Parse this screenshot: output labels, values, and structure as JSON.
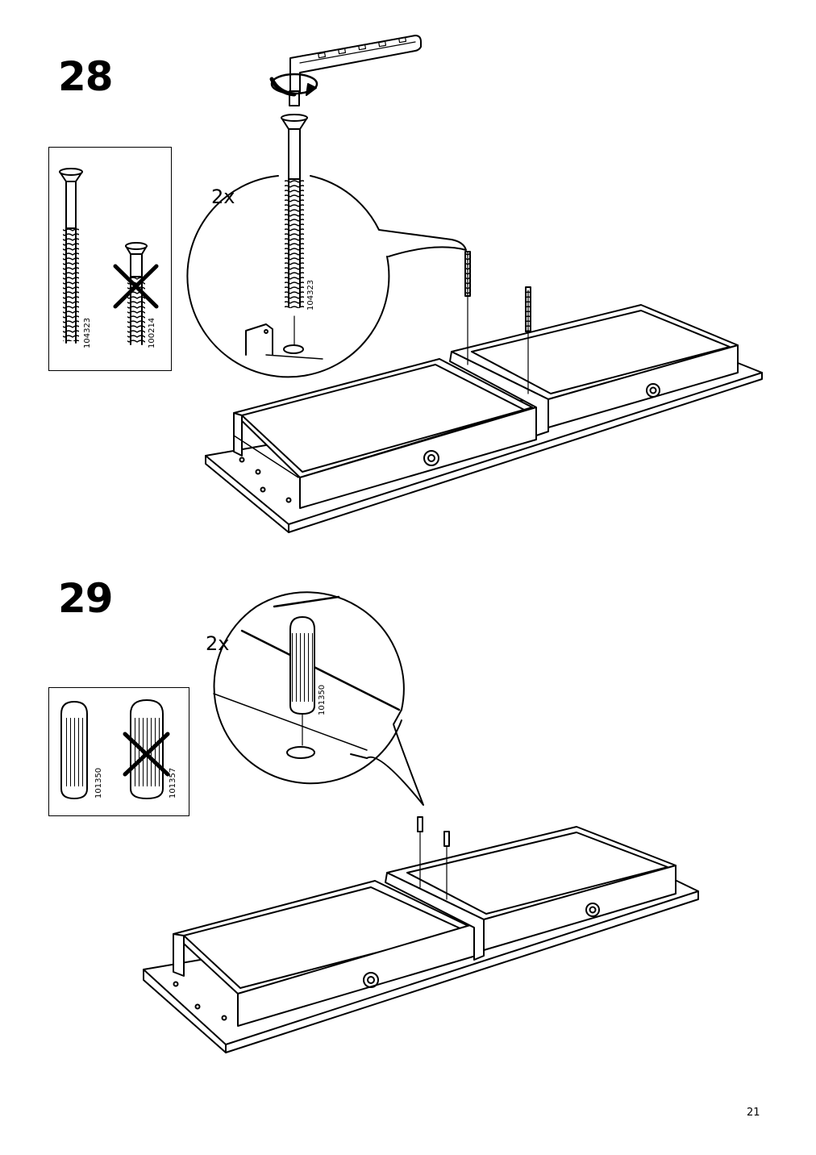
{
  "steps": [
    {
      "number": "28",
      "quantity": "2x",
      "detail_part": "104323",
      "parts": [
        {
          "code": "104323",
          "status": "correct"
        },
        {
          "code": "100214",
          "status": "wrong"
        }
      ]
    },
    {
      "number": "29",
      "quantity": "2x",
      "detail_part": "101350",
      "parts": [
        {
          "code": "101350",
          "status": "correct"
        },
        {
          "code": "101357",
          "status": "wrong"
        }
      ]
    }
  ],
  "page": {
    "number": "21"
  },
  "icons": [
    "allen-key-icon",
    "rotate-arrow-icon",
    "screw-icon",
    "dowel-icon",
    "cross-out-icon"
  ]
}
